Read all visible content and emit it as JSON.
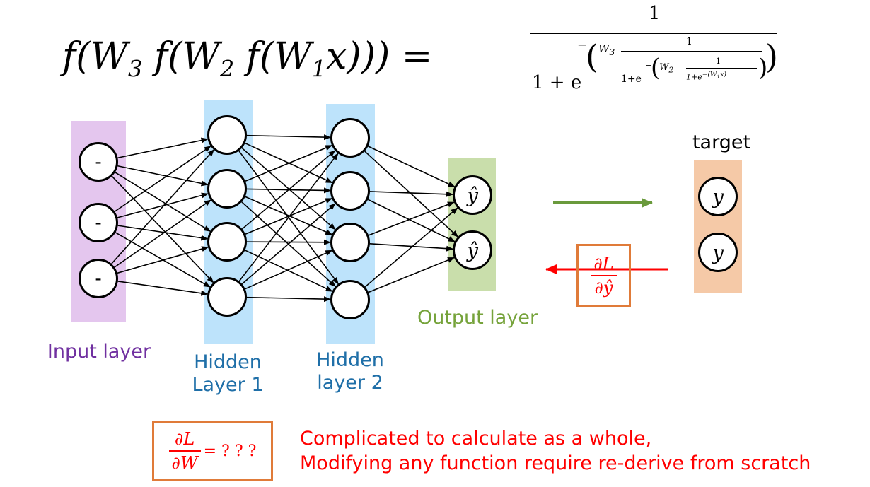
{
  "formula": {
    "lhs_parts": [
      "f(W",
      "3",
      " f(W",
      "2",
      " f(W",
      "1",
      "x))) ="
    ],
    "rhs_numerator": "1",
    "rhs_denominator_base": "1 + e",
    "rhs_exponent_w3": "W",
    "rhs_exponent_w3_sub": "3",
    "rhs_exponent_inner_one": "1",
    "rhs_exponent_inner_base": "1+e",
    "rhs_exponent_w2": "W",
    "rhs_exponent_w2_sub": "2",
    "rhs_innermost_one": "1",
    "rhs_innermost_den": "1+e",
    "rhs_innermost_exp": "−(W",
    "rhs_innermost_exp_sub": "1",
    "rhs_innermost_exp_tail": "x)"
  },
  "layers": {
    "input": {
      "label": "Input layer",
      "node_symbol": "-",
      "nodes": 3,
      "color": "#e4c6ee",
      "label_color": "#7030a0"
    },
    "hidden1": {
      "label_line1": "Hidden",
      "label_line2": "Layer 1",
      "nodes": 4,
      "color": "#bde3fb",
      "label_color": "#1f6fa8"
    },
    "hidden2": {
      "label_line1": "Hidden",
      "label_line2": "layer 2",
      "nodes": 4,
      "color": "#bde3fb",
      "label_color": "#1f6fa8"
    },
    "output": {
      "label": "Output layer",
      "node_symbol": "ŷ",
      "nodes": 2,
      "color": "#c9deab",
      "label_color": "#76a33b"
    },
    "target": {
      "label": "target",
      "node_symbol": "y",
      "nodes": 2,
      "color": "#f5c9a7",
      "label_color": "#000000"
    }
  },
  "arrows": {
    "forward_color": "#6a9a3c",
    "backward_color": "#ff0000"
  },
  "grad_output": {
    "num": "∂L",
    "den": "∂ŷ",
    "color": "#ff0000",
    "border": "#e07b39"
  },
  "grad_weight": {
    "num": "∂L",
    "den": "∂W",
    "tail": "= ? ? ?",
    "color": "#ff0000",
    "border": "#e07b39"
  },
  "notes": {
    "line1": "Complicated to calculate as a whole,",
    "line2": "Modifying any function require re-derive from scratch",
    "color": "#ff0000"
  }
}
